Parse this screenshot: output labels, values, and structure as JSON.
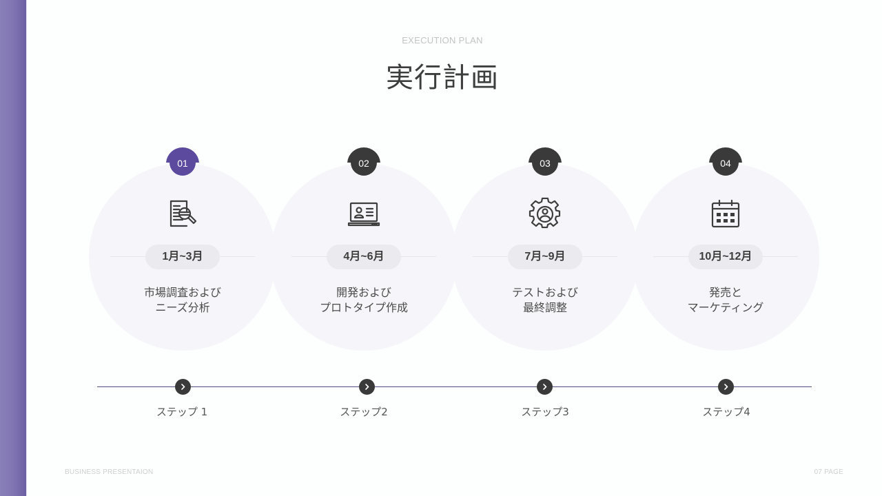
{
  "header": {
    "subtitle": "EXECUTION PLAN",
    "title": "実行計画"
  },
  "colors": {
    "accent": "#5b4a9e",
    "dark": "#3a3a3a",
    "sidebar": "#7f74b1",
    "timeline": "#4c4a7e",
    "circle_bg": "#f6f6fa",
    "pill_bg": "#ebebef"
  },
  "phases": [
    {
      "number": "01",
      "icon": "document-search-icon",
      "period": "1月~3月",
      "desc_line1": "市場調査および",
      "desc_line2": "ニーズ分析",
      "active": true
    },
    {
      "number": "02",
      "icon": "laptop-profile-icon",
      "period": "4月~6月",
      "desc_line1": "開発および",
      "desc_line2": "プロトタイプ作成",
      "active": false
    },
    {
      "number": "03",
      "icon": "gear-user-icon",
      "period": "7月~9月",
      "desc_line1": "テストおよび",
      "desc_line2": "最終調整",
      "active": false
    },
    {
      "number": "04",
      "icon": "calendar-icon",
      "period": "10月~12月",
      "desc_line1": "発売と",
      "desc_line2": "マーケティング",
      "active": false
    }
  ],
  "steps": [
    {
      "label": "ステップ 1",
      "icon": "chevron-right-icon"
    },
    {
      "label": "ステップ2",
      "icon": "chevron-right-icon"
    },
    {
      "label": "ステップ3",
      "icon": "chevron-right-icon"
    },
    {
      "label": "ステップ4",
      "icon": "chevron-right-icon"
    }
  ],
  "footer": {
    "left": "BUSINESS PRESENTAION",
    "right": "07 PAGE"
  }
}
